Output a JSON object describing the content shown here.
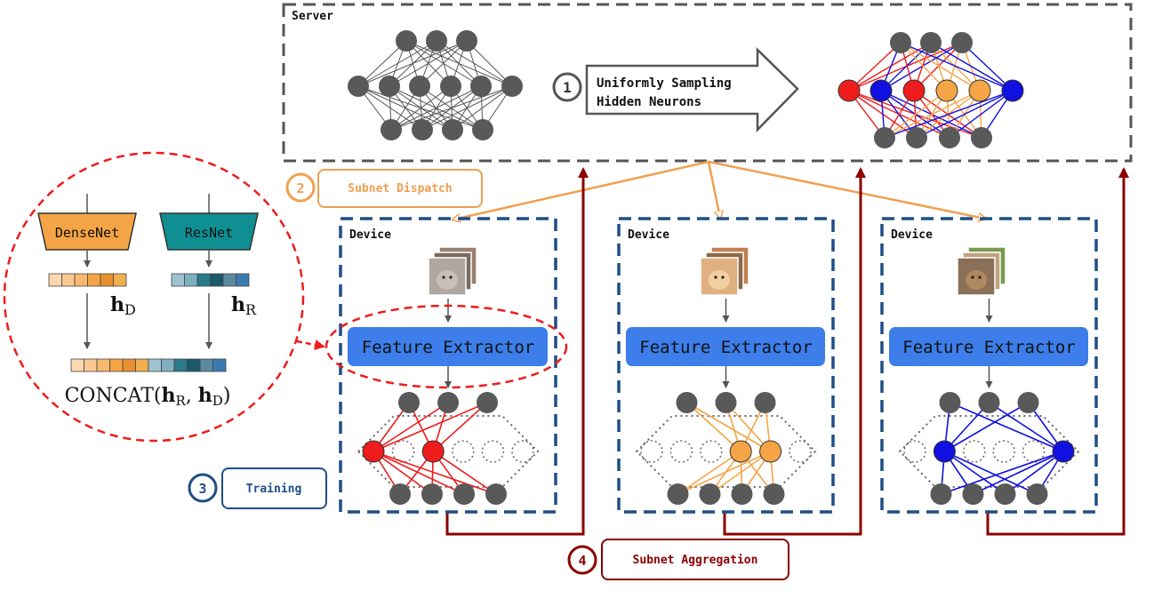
{
  "server": {
    "label": "Server"
  },
  "steps": {
    "s1": {
      "num": "1",
      "line1": "Uniformly Sampling",
      "line2": "Hidden Neurons"
    },
    "s2": {
      "num": "2",
      "label": "Subnet Dispatch"
    },
    "s3": {
      "num": "3",
      "label": "Training"
    },
    "s4": {
      "num": "4",
      "label": "Subnet Aggregation"
    }
  },
  "devices": [
    {
      "label": "Device",
      "extractor": "Feature Extractor",
      "subnet_color": "#ee1c1c"
    },
    {
      "label": "Device",
      "extractor": "Feature Extractor",
      "subnet_color": "#f5a545"
    },
    {
      "label": "Device",
      "extractor": "Feature Extractor",
      "subnet_color": "#1010e0"
    }
  ],
  "zoom": {
    "densenet": "DenseNet",
    "resnet": "ResNet",
    "hd": "h",
    "hd_sub": "D",
    "hr": "h",
    "hr_sub": "R",
    "concat_prefix": "CONCAT(",
    "concat_h1": "h",
    "concat_s1": "R",
    "concat_sep": ", ",
    "concat_h2": "h",
    "concat_s2": "D",
    "concat_suffix": ")"
  },
  "colors": {
    "server_box": "#555555",
    "device_box": "#1f4e86",
    "dispatch": "#f0a050",
    "aggregation": "#8b0000",
    "training": "#1f4e86",
    "extractor_fill": "#3d7eea",
    "densenet_fill": "#f5a545",
    "resnet_fill": "#0f8f92",
    "red": "#ee1c1c",
    "blue": "#1010e0",
    "orange": "#f5a545",
    "neuron": "#555555"
  }
}
